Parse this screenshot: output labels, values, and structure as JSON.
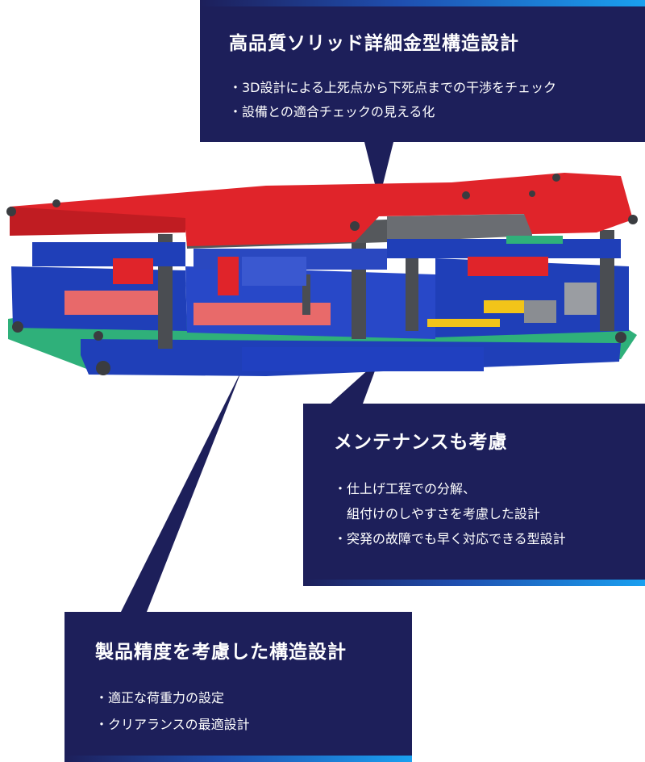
{
  "callouts": {
    "top": {
      "title": "高品質ソリッド詳細金型構造設計",
      "bullets": [
        "・3D設計による上死点から下死点までの干渉をチェック",
        "・設備との適合チェックの見える化"
      ]
    },
    "right": {
      "title": "メンテナンスも考慮",
      "bullets": [
        "・仕上げ工程での分解、",
        "　組付けのしやすさを考慮した設計",
        "・突発の故障でも早く対応できる型設計"
      ]
    },
    "bottom": {
      "title": "製品精度を考慮した構造設計",
      "bullets": [
        "・適正な荷重力の設定",
        "・クリアランスの最適設計"
      ]
    }
  },
  "colors": {
    "callout_bg": "#1d1f5a",
    "accent_blue": "#1aa0f0",
    "die_red": "#e0242a",
    "die_blue": "#1f3fb8",
    "die_green": "#2fb07a",
    "die_gray": "#55585c"
  }
}
